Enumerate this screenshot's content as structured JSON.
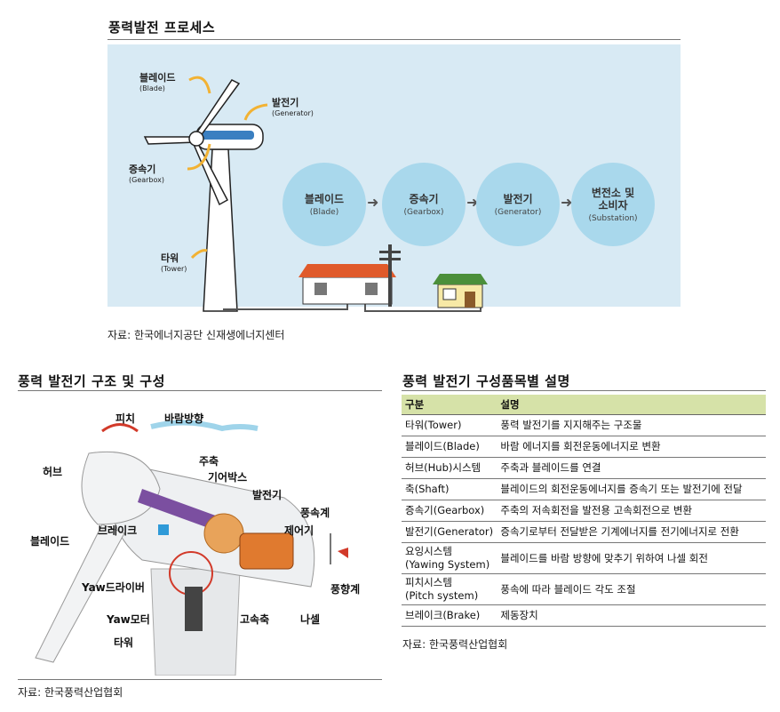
{
  "section1": {
    "title": "풍력발전 프로세스",
    "parts": {
      "blade": {
        "ko": "블레이드",
        "en": "(Blade)"
      },
      "generator": {
        "ko": "발전기",
        "en": "(Generator)"
      },
      "gearbox": {
        "ko": "증속기",
        "en": "(Gearbox)"
      },
      "tower": {
        "ko": "타워",
        "en": "(Tower)"
      }
    },
    "process_steps": [
      {
        "ko": "블레이드",
        "en": "(Blade)"
      },
      {
        "ko": "증속기",
        "en": "(Gearbox)"
      },
      {
        "ko": "발전기",
        "en": "(Generator)"
      },
      {
        "ko": "변전소 및\n소비자",
        "en": "(Substation)"
      }
    ],
    "source": "자료: 한국에너지공단 신재생에너지센터"
  },
  "section2": {
    "title": "풍력 발전기 구조 및 구성",
    "labels": {
      "pitch": "피치",
      "wind_direction": "바람방향",
      "hub": "허브",
      "main_shaft": "주축",
      "gearbox": "기어박스",
      "generator": "발전기",
      "anemometer": "풍속계",
      "brake": "브레이크",
      "controller": "제어기",
      "blade": "블레이드",
      "wind_vane": "풍향계",
      "yaw_driver": "Yaw드라이버",
      "yaw_motor": "Yaw모터",
      "high_speed_shaft": "고속축",
      "nacelle": "나셀",
      "tower": "타워"
    },
    "source": "자료: 한국풍력산업협회"
  },
  "section3": {
    "title": "풍력 발전기 구성품목별 설명",
    "headers": [
      "구분",
      "설명"
    ],
    "rows": [
      {
        "item": "타워(Tower)",
        "desc": "풍력 발전기를 지지해주는 구조물"
      },
      {
        "item": "블레이드(Blade)",
        "desc": "바람 에너지를 회전운동에너지로 변환"
      },
      {
        "item": "허브(Hub)시스템",
        "desc": "주축과 블레이드를 연결"
      },
      {
        "item": "축(Shaft)",
        "desc": "블레이드의 회전운동에너지를 증속기 또는 발전기에 전달"
      },
      {
        "item": "증속기(Gearbox)",
        "desc": "주축의 저속회전을 발전용 고속회전으로 변환"
      },
      {
        "item": "발전기(Generator)",
        "desc": "증속기로부터 전달받은 기계에너지를 전기에너지로 전환"
      },
      {
        "item": "요잉시스템\n(Yawing System)",
        "desc": "블레이드를 바람 방향에 맞추기 위하여 나셀 회전"
      },
      {
        "item": "피치시스템\n(Pitch system)",
        "desc": "풍속에 따라 블레이드 각도 조절"
      },
      {
        "item": "브레이크(Brake)",
        "desc": "제동장치"
      }
    ],
    "source": "자료: 한국풍력산업협회"
  },
  "colors": {
    "panel_bg": "#d8eaf4",
    "circle": "#a9d8ec",
    "table_header": "#d6e2a8",
    "arrow_accent": "#f2b233",
    "shaft": "#7b4fa0"
  }
}
